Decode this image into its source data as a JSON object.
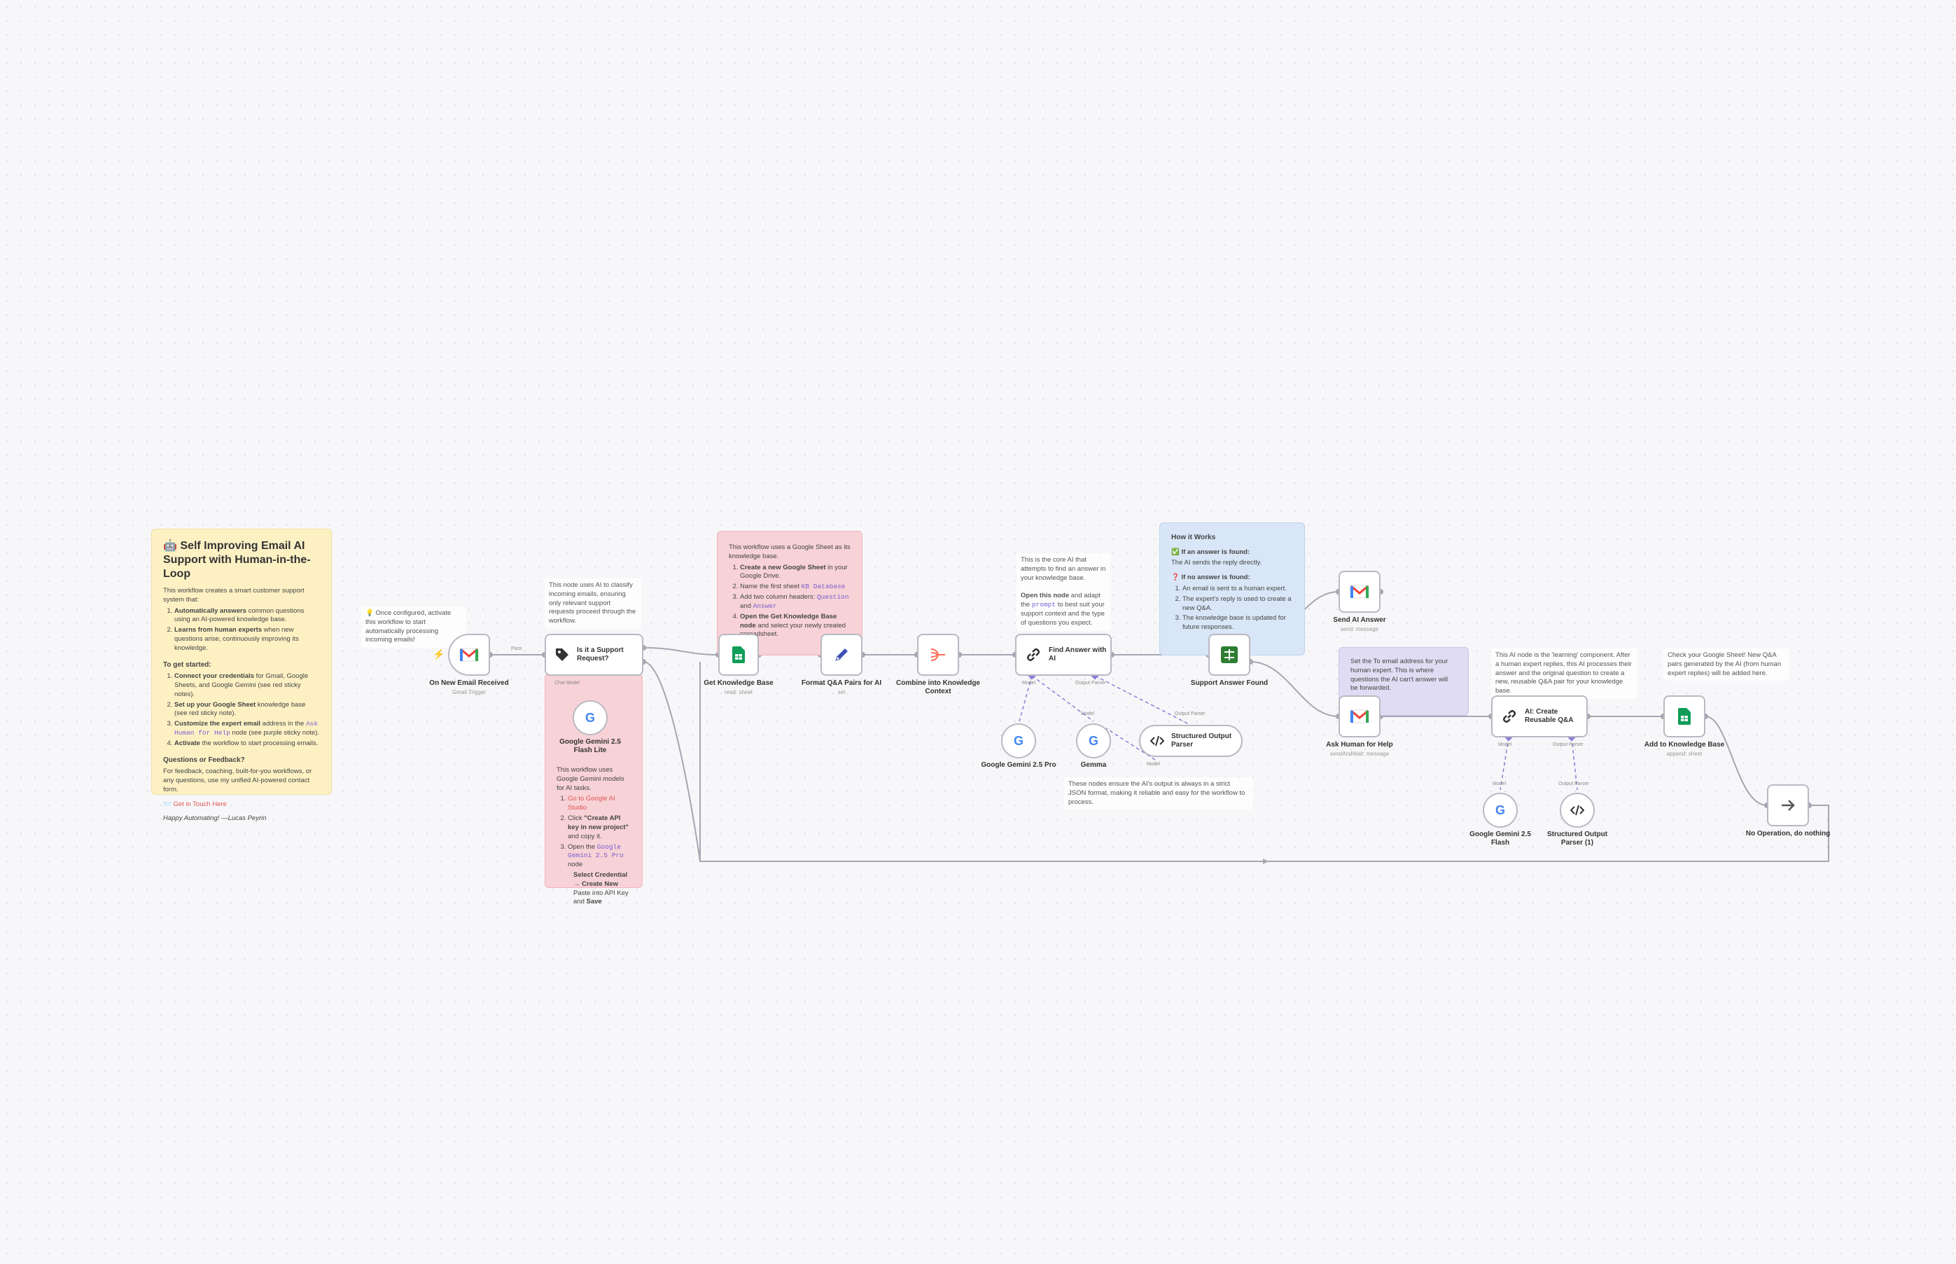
{
  "canvas": {
    "background": "#f7f7f9"
  },
  "intro_sticky": {
    "title": "🤖 Self Improving Email AI Support with Human-in-the-Loop",
    "intro": "This workflow creates a smart customer support system that:",
    "features": [
      {
        "bold": "Automatically answers",
        "text": " common questions using an AI-powered knowledge base."
      },
      {
        "bold": "Learns from human experts",
        "text": " when new questions arise, continuously improving its knowledge."
      }
    ],
    "get_started_heading": "To get started:",
    "steps": [
      {
        "bold": "Connect your credentials",
        "text": " for Gmail, Google Sheets, and Google Gemini (see red sticky notes)."
      },
      {
        "bold": "Set up your Google Sheet",
        "text": " knowledge base (see red sticky note)."
      },
      {
        "bold": "Customize the expert email",
        "text": " address in the ",
        "code": "Ask Human for Help",
        "tail": " node (see purple sticky note)."
      },
      {
        "bold": "Activate",
        "text": " the workflow to start processing emails."
      }
    ],
    "questions_heading": "Questions or Feedback?",
    "questions_text": "For feedback, coaching, built-for-you workflows, or any questions, use my unified AI-powered contact form.",
    "contact_link": "📨 Get in Touch Here",
    "signature": "Happy Automating! —Lucas Peyrin"
  },
  "trigger_note": "💡 Once configured, activate this workflow to start automatically processing incoming emails!",
  "classify_note": "This node uses AI to classify incoming emails, ensuring only relevant support requests proceed through the workflow.",
  "sheet_sticky": {
    "intro": "This workflow uses a Google Sheet as its knowledge base.",
    "steps": [
      {
        "bold": "Create a new Google Sheet",
        "text": " in your Google Drive."
      },
      {
        "text": "Name the first sheet ",
        "code": "KB Database"
      },
      {
        "text": "Add two column headers: ",
        "code": "Question",
        "mid": " and ",
        "code2": "Answer"
      },
      {
        "bold": "Open the Get Knowledge Base node",
        "text": " and select your newly created spreadsheet."
      }
    ]
  },
  "gemini_sticky": {
    "intro": "This workflow uses Google Gemini models for AI tasks.",
    "step1_link": "Go to Google AI Studio",
    "step2_prefix": "Click ",
    "step2_bold": "\"Create API key in new project\"",
    "step2_suffix": " and copy it.",
    "step3_prefix": "Open the ",
    "step3_code": "Google Gemini 2.5 Pro",
    "step3_suffix": " node",
    "step3_sub": [
      {
        "bold": "Select Credential → Create New",
        "text": ""
      },
      {
        "text": "Paste into API Key and ",
        "bold": "Save"
      }
    ]
  },
  "core_ai_note": {
    "line1": "This is the core AI that attempts to find an answer in your knowledge base.",
    "bold": "Open this node",
    "line2": " and adapt the ",
    "code": "prompt",
    "line3": " to best suit your support context and the type of questions you expect."
  },
  "how_sticky": {
    "title": "How it Works",
    "found_heading": "✅ If an answer is found:",
    "found_text": "The AI sends the reply directly.",
    "not_found_heading": "❓ If no answer is found:",
    "not_found_steps": [
      "An email is sent to a human expert.",
      "The expert's reply is used to create a new Q&A.",
      "The knowledge base is updated for future responses."
    ]
  },
  "expert_sticky": "Set the To email address for your human expert. This is where questions the AI can't answer will be forwarded.",
  "learning_note": "This AI node is the 'learning' component. After a human expert replies, this AI processes their answer and the original question to create a new, reusable Q&A pair for your knowledge base.",
  "sheet_note": "Check your Google Sheet! New Q&A pairs generated by the AI (from human expert replies) will be added here.",
  "parser_note": "These nodes ensure the AI's output is always in a strict JSON format, making it reliable and easy for the workflow to process.",
  "nodes": {
    "gmail_trigger": {
      "label": "On New Email Received",
      "sub": "Gmail Trigger"
    },
    "classifier": {
      "label": "Is it a Support Request?"
    },
    "gemini_lite": {
      "label": "Google Gemini 2.5 Flash Lite"
    },
    "get_kb": {
      "label": "Get Knowledge Base",
      "sub": "read: sheet"
    },
    "format_qa": {
      "label": "Format Q&A Pairs for AI",
      "sub": "set"
    },
    "combine": {
      "label": "Combine into Knowledge Context"
    },
    "find_answer": {
      "label": "Find Answer with AI"
    },
    "gemini_pro": {
      "label": "Google Gemini 2.5 Pro"
    },
    "gemma": {
      "label": "Gemma"
    },
    "parser1": {
      "label": "Structured Output Parser"
    },
    "switch": {
      "label": "Support Answer Found"
    },
    "send_answer": {
      "label": "Send AI Answer",
      "sub": "send: message"
    },
    "ask_human": {
      "label": "Ask Human for Help",
      "sub": "sendAndWait: message"
    },
    "create_qa": {
      "label": "AI: Create Reusable Q&A"
    },
    "gemini_flash": {
      "label": "Google Gemini 2.5 Flash"
    },
    "parser2": {
      "label": "Structured Output Parser (1)"
    },
    "add_kb": {
      "label": "Add to Knowledge Base",
      "sub": "append: sheet"
    },
    "noop": {
      "label": "No Operation, do nothing"
    }
  },
  "port_labels": {
    "pass": "Pass",
    "chat_model": "Chat Model",
    "model": "Model",
    "output_parser": "Output Parser"
  },
  "colors": {
    "node_border": "#b9b9c3",
    "wire": "#a6a6b2",
    "ai_wire": "#8b7ed8",
    "gmail_red": "#ea4335",
    "sheets_green": "#0f9d58",
    "pencil_blue": "#3f51b5",
    "merge_orange": "#ff6d5a"
  }
}
